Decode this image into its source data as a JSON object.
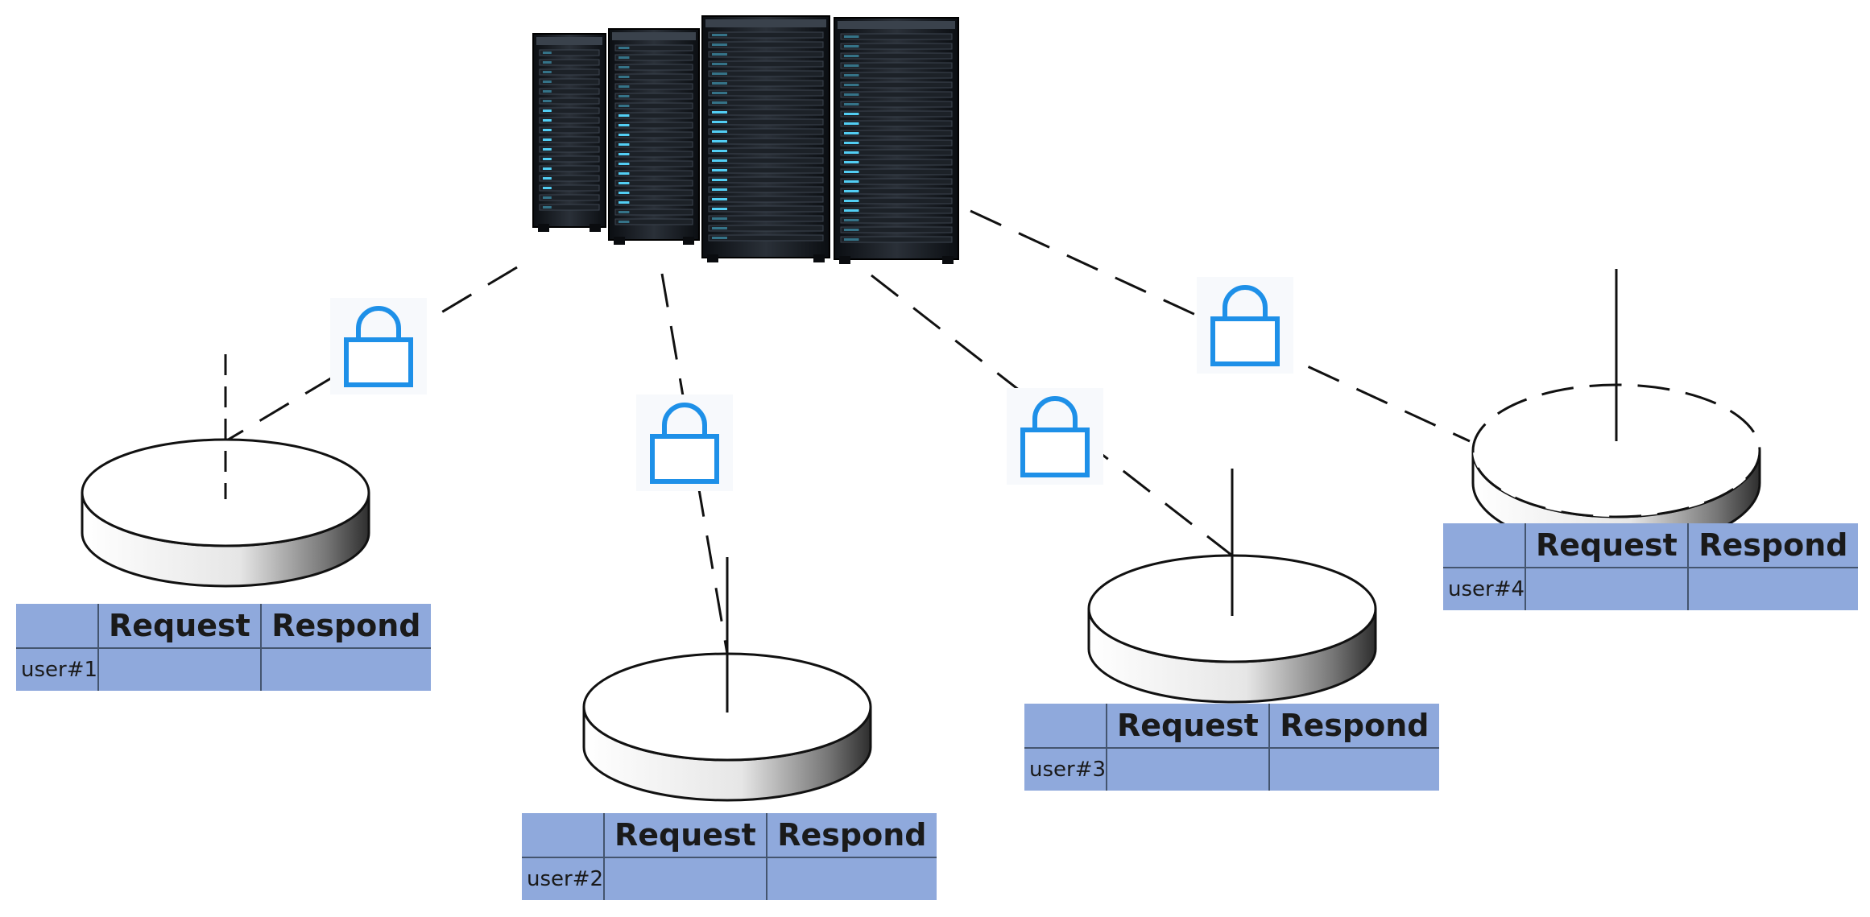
{
  "colors": {
    "table_fill": "#8fa9dc",
    "lock_stroke": "#1e90e8",
    "line": "#111111",
    "server_body": "#15191e",
    "server_led": "#55d8ff"
  },
  "icons": {
    "server": "server-rack-icon",
    "lock": "padlock-icon",
    "node": "antenna-disk-node"
  },
  "table_header": {
    "request": "Request",
    "respond": "Respond"
  },
  "nodes": [
    {
      "user": "user#1",
      "style": "solid"
    },
    {
      "user": "user#2",
      "style": "solid"
    },
    {
      "user": "user#3",
      "style": "solid"
    },
    {
      "user": "user#4",
      "style": "dashed"
    }
  ],
  "links": [
    {
      "to": "user#1",
      "encrypted": true
    },
    {
      "to": "user#2",
      "encrypted": true
    },
    {
      "to": "user#3",
      "encrypted": true
    },
    {
      "to": "user#4",
      "encrypted": true
    }
  ]
}
